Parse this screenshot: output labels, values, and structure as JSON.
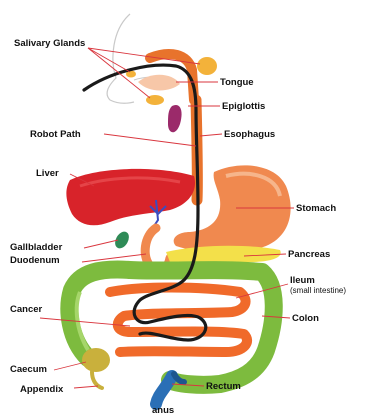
{
  "labels": {
    "salivary_glands": "Salivary Glands",
    "tongue": "Tongue",
    "epiglottis": "Epiglottis",
    "robot_path": "Robot Path",
    "esophagus": "Esophagus",
    "liver": "Liver",
    "stomach": "Stomach",
    "gallbladder": "Gallbladder",
    "duodenum": "Duodenum",
    "pancreas": "Pancreas",
    "ileum": "Ileum",
    "ileum_sub": "(small intestine)",
    "cancer": "Cancer",
    "colon": "Colon",
    "caecum": "Caecum",
    "rectum": "Rectum",
    "appendix": "Appendix",
    "anus": "anus"
  },
  "colors": {
    "liver": "#d8232a",
    "stomach": "#f0894f",
    "esophagus": "#e8732c",
    "small_intestine": "#f06a2a",
    "colon": "#7dbb3e",
    "pancreas": "#f3e04a",
    "gallbladder": "#2e8b57",
    "rectum": "#2a6fb6",
    "salivary_glands": "#f3b23a",
    "epiglottis": "#9b2a6a",
    "robot_path": "#1a1a1a",
    "leader_lines": "#d9363e"
  }
}
